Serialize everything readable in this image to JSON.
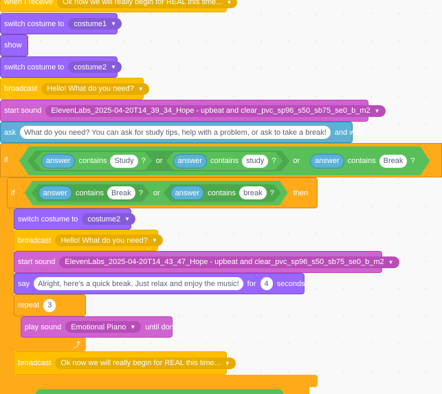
{
  "colors": {
    "events": "#FFBF00",
    "looks": "#9966FF",
    "sound": "#CF63CF",
    "sensing": "#5CB1D6",
    "control": "#FFAB19",
    "operators": "#59C059"
  },
  "hat": {
    "label": "when I receive",
    "value": "Ok now we will really begin for REAL this time..."
  },
  "b1": {
    "label": "switch costume to",
    "value": "costume1"
  },
  "b2": {
    "label": "show"
  },
  "b3": {
    "label": "switch costume to",
    "value": "costume2"
  },
  "b4": {
    "label": "broadcast",
    "value": "Hello! What do you need?"
  },
  "b5": {
    "label": "start sound",
    "value": "ElevenLabs_2025-04-20T14_39_34_Hope - upbeat and clear_pvc_sp96_s50_sb75_se0_b_m2"
  },
  "b6": {
    "label": "ask",
    "value": "What do you need? You can ask for study tips, help with a problem, or ask to take a break!",
    "suffix": "and wait"
  },
  "if1": {
    "label": "if",
    "reporter": "answer",
    "op": "contains",
    "or": "or",
    "q": "?",
    "values": [
      "Study",
      "study",
      "Break"
    ]
  },
  "if2": {
    "label": "if",
    "reporter": "answer",
    "op": "contains",
    "or": "or",
    "q": "?",
    "then": "then",
    "values": [
      "Break",
      "break"
    ]
  },
  "c1": {
    "label": "switch costume to",
    "value": "costume2"
  },
  "c2": {
    "label": "broadcast",
    "value": "Hello! What do you need?"
  },
  "c3": {
    "label": "start sound",
    "value": "ElevenLabs_2025-04-20T14_43_47_Hope - upbeat and clear_pvc_sp96_s50_sb75_se0_b_m2"
  },
  "c4": {
    "label": "say",
    "value": "Alright, here's a quick break. Just relax and enjoy the music!",
    "for": "for",
    "secs": "4",
    "unit": "seconds"
  },
  "c5": {
    "label": "repeat",
    "value": "3"
  },
  "c6": {
    "label": "play sound",
    "value": "Emotional Piano",
    "suffix": "until done"
  },
  "c7": {
    "label": "broadcast",
    "value": "Ok now we will really begin for REAL this time..."
  }
}
